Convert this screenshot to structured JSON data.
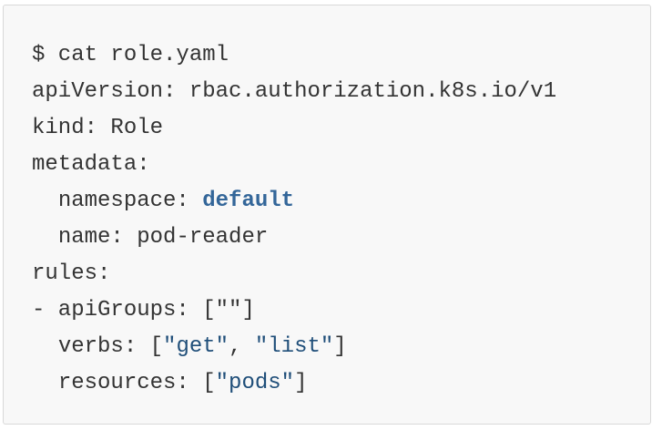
{
  "colors": {
    "background": "#f8f8f8",
    "border": "#d9d9d9",
    "text": "#333333",
    "keyword": "#336699",
    "string": "#1f4e79"
  },
  "code": {
    "command": "$ cat role.yaml",
    "api_version_key": "apiVersion:",
    "api_version_value": "rbac.authorization.k8s.io/v1",
    "kind_key": "kind:",
    "kind_value": "Role",
    "metadata_key": "metadata:",
    "namespace_key": "namespace:",
    "namespace_value": "default",
    "name_key": "name:",
    "name_value": "pod-reader",
    "rules_key": "rules:",
    "api_groups_key": "- apiGroups:",
    "api_groups_value": "[\"\"]",
    "verbs_key": "verbs:",
    "verbs_open": "[",
    "verb_get": "\"get\"",
    "verbs_sep": ", ",
    "verb_list": "\"list\"",
    "verbs_close": "]",
    "resources_key": "resources:",
    "resources_open": "[",
    "resource_pods": "\"pods\"",
    "resources_close": "]"
  }
}
